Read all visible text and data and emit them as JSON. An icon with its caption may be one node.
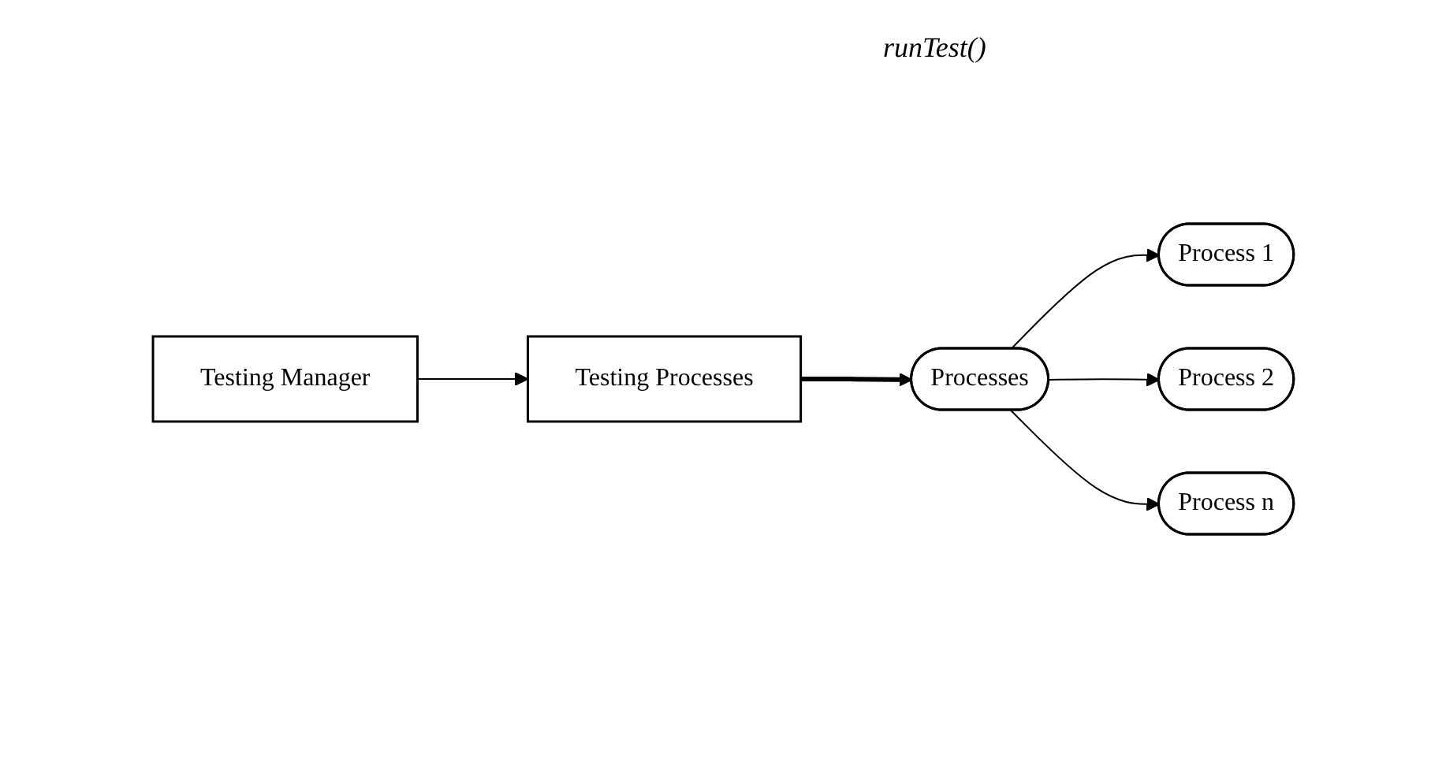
{
  "diagram": {
    "nodes": [
      {
        "text": [
          "Testing Manager"
        ]
      },
      {
        "text": [
          "Testing Processes"
        ]
      },
      {
        "text": [
          "Processes"
        ]
      },
      {
        "text": [
          "Process 1"
        ]
      },
      {
        "text": [
          "Process 2"
        ]
      },
      {
        "text": [
          "Process n"
        ]
      }
    ],
    "edges": [
      {
        "from": 0,
        "to": 1,
        "arrow": "to"
      },
      {
        "from": 1,
        "to": 2,
        "arrow": "to",
        "style": "thick"
      },
      {
        "from": 2,
        "to": 3,
        "arrow": "to"
      },
      {
        "from": 2,
        "to": 4,
        "arrow": "to"
      },
      {
        "from": 2,
        "to": 5,
        "arrow": "to"
      }
    ],
    "labels": [
      "runTest()"
    ]
  }
}
